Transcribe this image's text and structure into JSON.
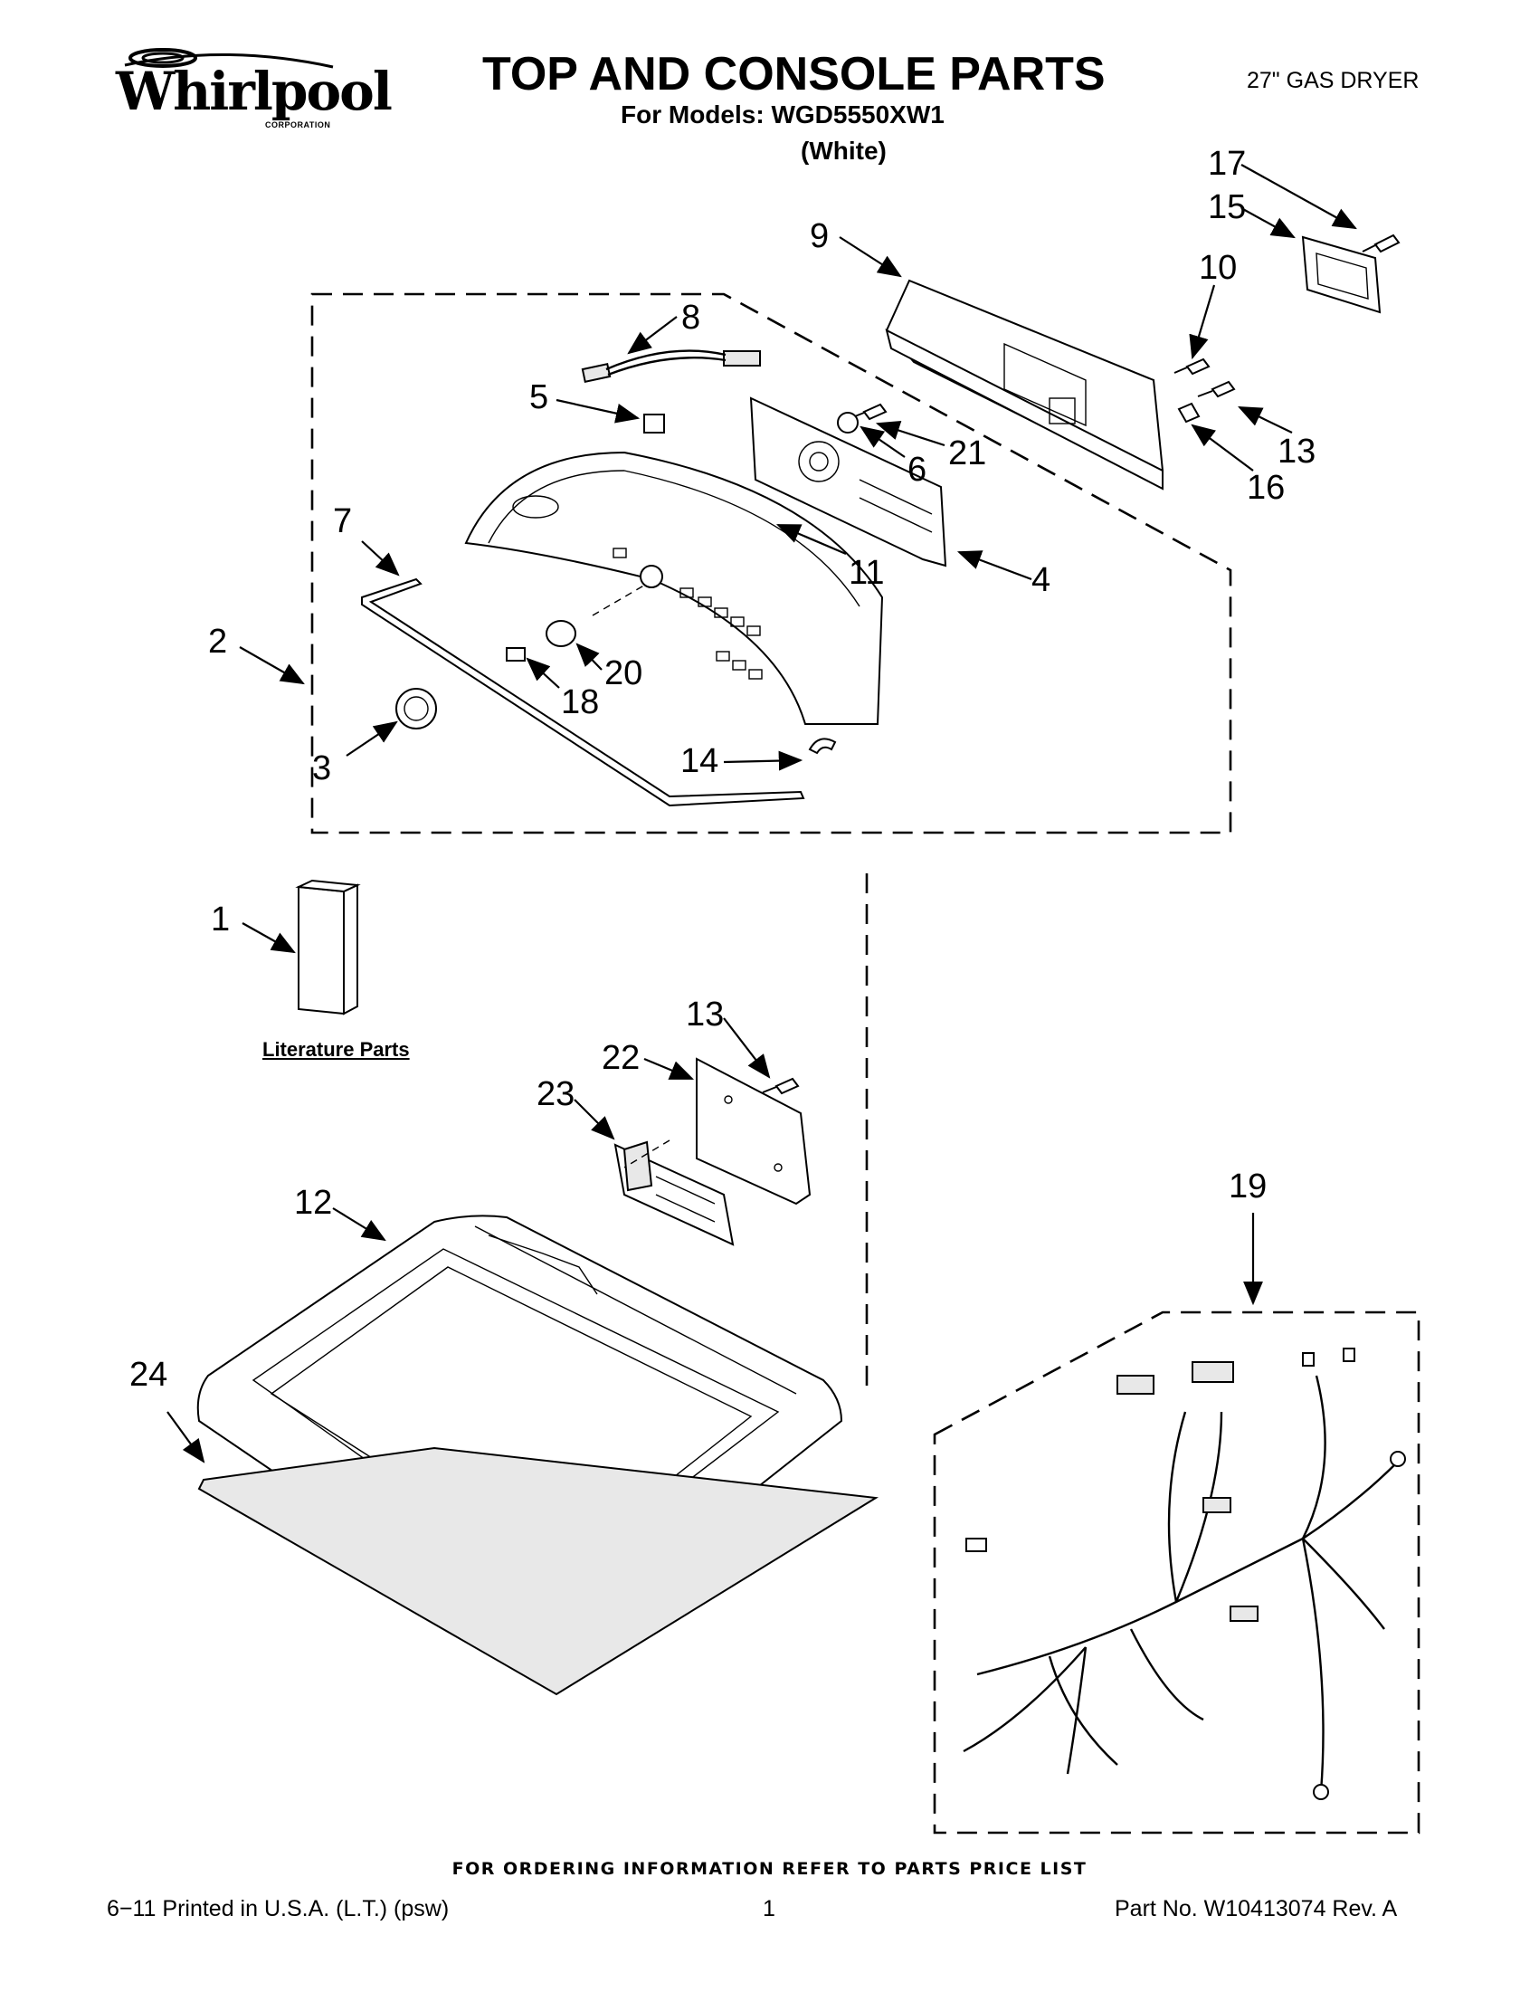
{
  "header": {
    "brand": "Whirlpool",
    "brand_sub": "CORPORATION",
    "title": "TOP AND CONSOLE PARTS",
    "models_line": "For Models: WGD5550XW1",
    "variant": "(White)",
    "product_type": "27\" GAS DRYER"
  },
  "diagram": {
    "literature_label": "Literature Parts",
    "callouts": [
      "17",
      "15",
      "9",
      "10",
      "8",
      "5",
      "21",
      "13",
      "6",
      "16",
      "7",
      "11",
      "4",
      "2",
      "20",
      "18",
      "3",
      "14",
      "1",
      "13",
      "22",
      "23",
      "19",
      "12",
      "24"
    ]
  },
  "footer": {
    "order_note": "FOR ORDERING INFORMATION REFER TO PARTS PRICE LIST",
    "printed": "6−11 Printed in U.S.A. (L.T.) (psw)",
    "page": "1",
    "part_no": "Part No. W10413074 Rev. A"
  }
}
